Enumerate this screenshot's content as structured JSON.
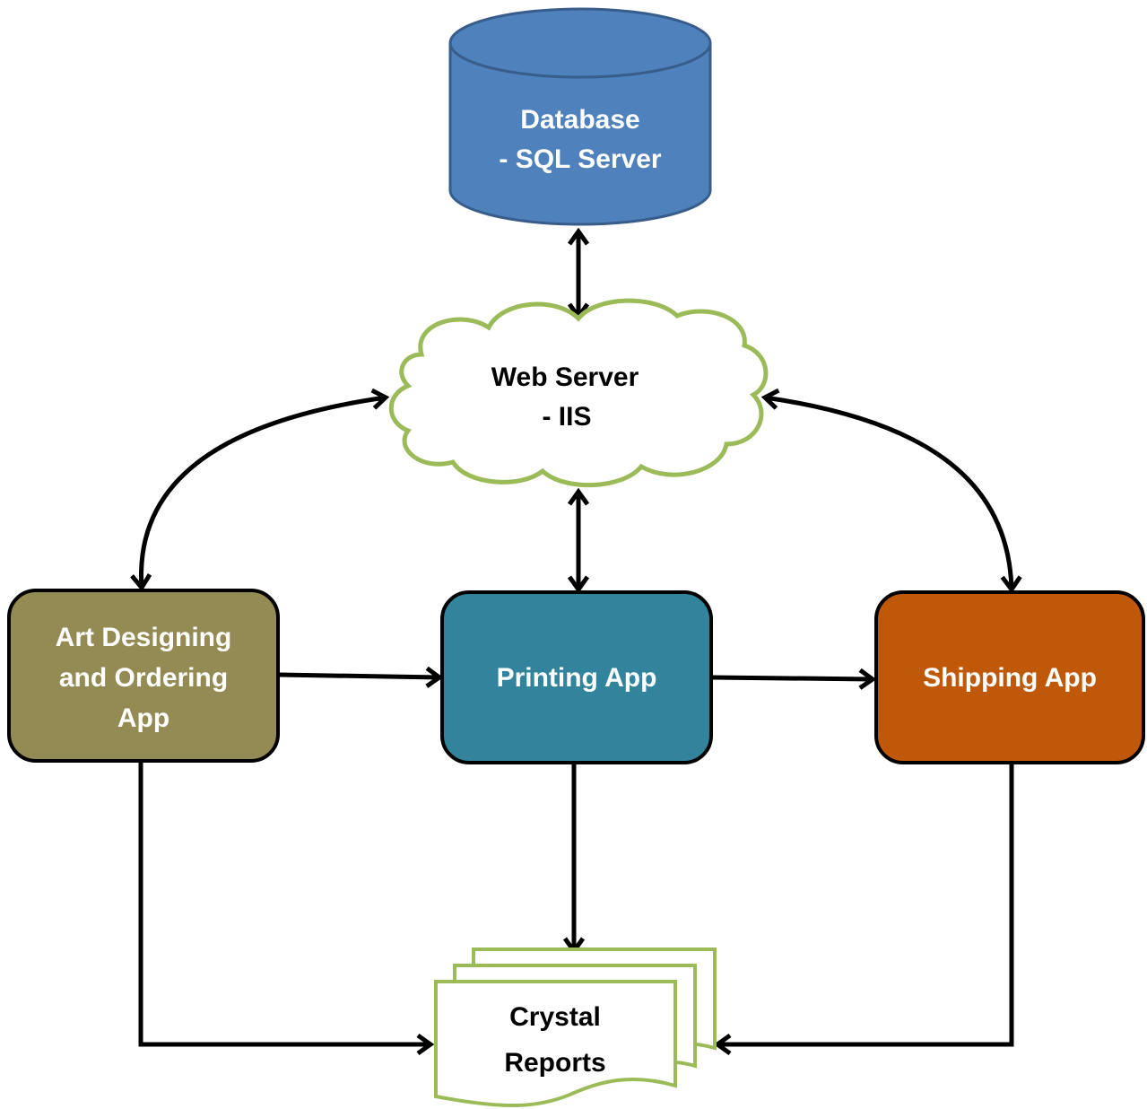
{
  "nodes": {
    "database": {
      "line1": "Database",
      "line2": "- SQL Server",
      "color": "#4f81bd"
    },
    "web_server": {
      "line1": "Web Server",
      "line2": "- IIS",
      "color": "#9bbb59"
    },
    "art_app": {
      "line1": "Art Designing",
      "line2": "and Ordering",
      "line3": "App",
      "color": "#948a54"
    },
    "printing_app": {
      "line1": "Printing App",
      "color": "#31849b"
    },
    "shipping_app": {
      "line1": "Shipping App",
      "color": "#c0580a"
    },
    "crystal_reports": {
      "line1": "Crystal",
      "line2": "Reports",
      "color": "#9bbb59"
    }
  }
}
